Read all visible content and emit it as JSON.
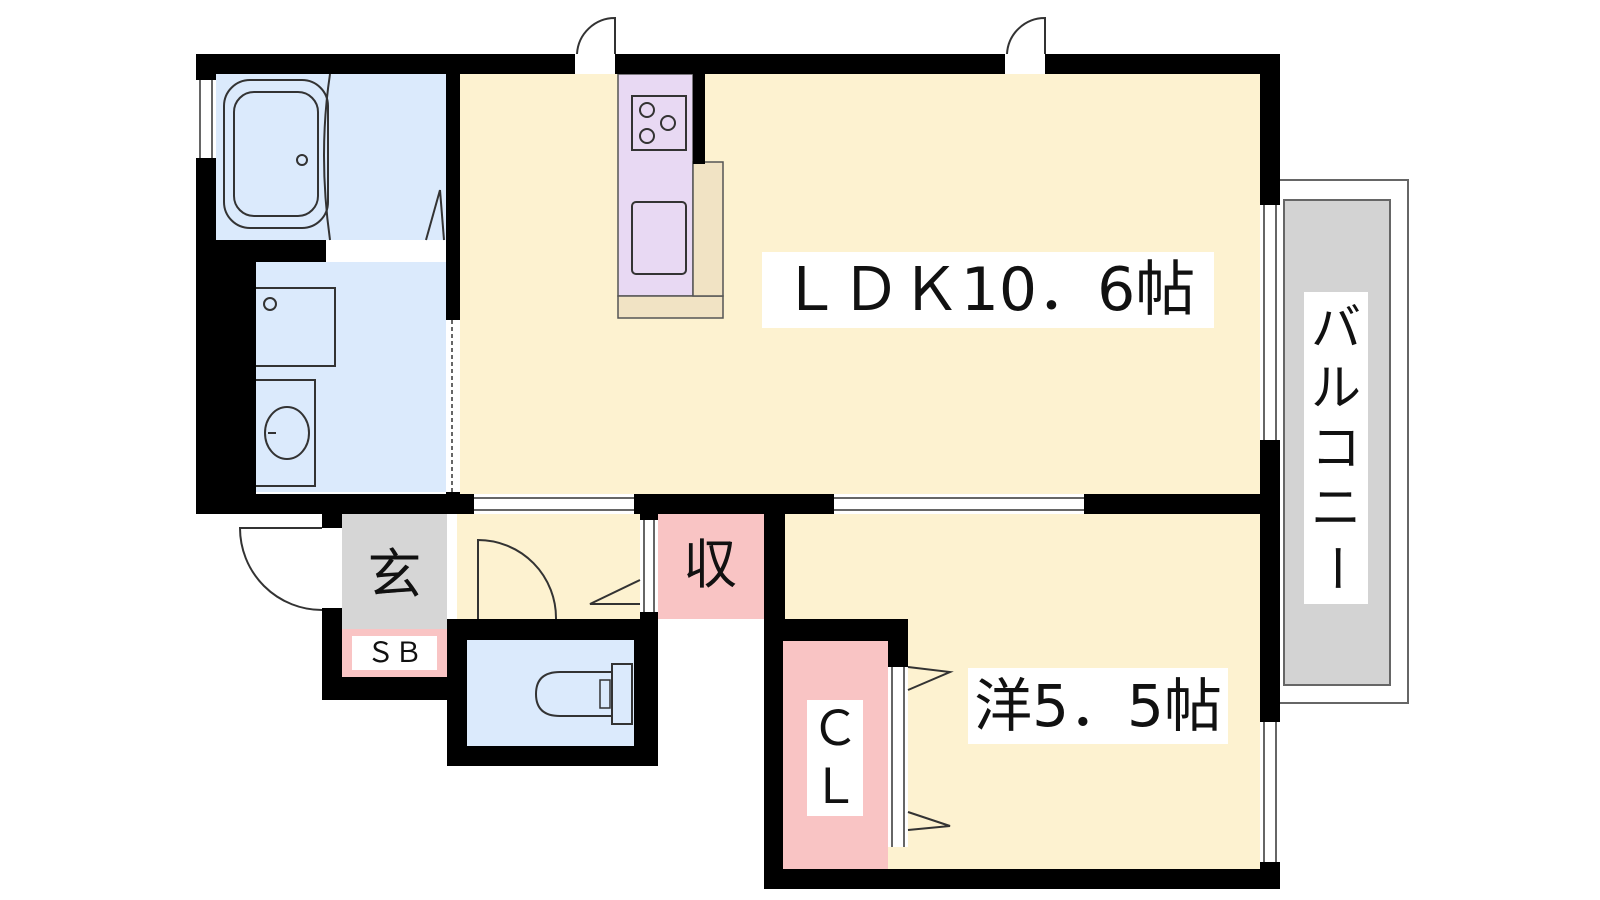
{
  "floor_plan": {
    "rooms": {
      "ldk": "ＬＤＫ10．6帖",
      "western": "洋5．5帖",
      "entrance": "玄",
      "storage": "収",
      "shoe_box": "ＳＢ",
      "closet_line1": "Ｃ",
      "closet_line2": "Ｌ",
      "balcony": [
        "バ",
        "ル",
        "コ",
        "ニ",
        "ー"
      ]
    },
    "colors": {
      "living_floor": "#fdf2d0",
      "wet_area": "#dbeafc",
      "storage": "#f9c4c4",
      "kitchen": "#e8d9f3",
      "entrance": "#d6d6d6",
      "balcony": "#d3d3d3",
      "wall": "#000000"
    }
  }
}
